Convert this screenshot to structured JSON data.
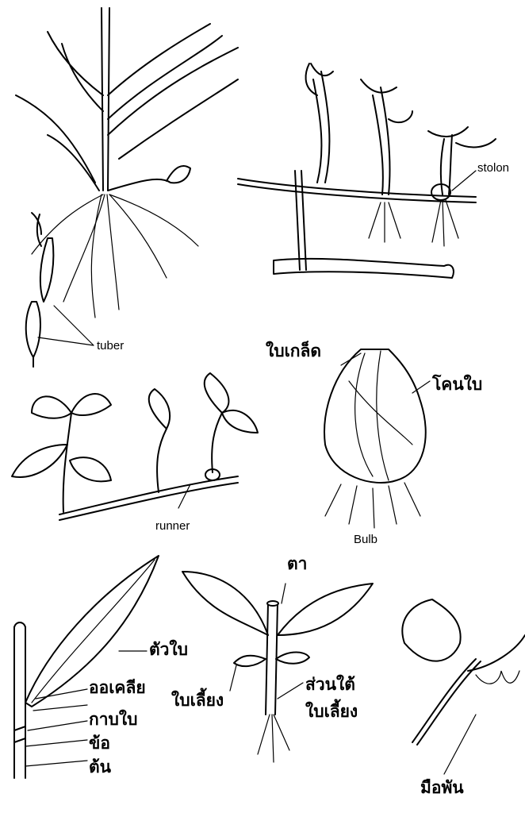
{
  "labels": {
    "tuber": "tuber",
    "stolon": "stolon",
    "runner": "runner",
    "bulb": "Bulb",
    "scale_leaf": "ใบเกล็ด",
    "leaf_base": "โคนใบ",
    "bud": "ตา",
    "leaf_blade": "ตัวใบ",
    "axil": "ออเคลีย",
    "petiole": "กาบใบ",
    "node": "ข้อ",
    "stem": "ต้น",
    "cotyledon": "ใบเลี้ยง",
    "hypocotyl_line1": "ส่วนใต้",
    "hypocotyl_line2": "ใบเลี้ยง",
    "tendril": "มือพัน"
  },
  "colors": {
    "ink": "#000000",
    "background": "#ffffff"
  }
}
